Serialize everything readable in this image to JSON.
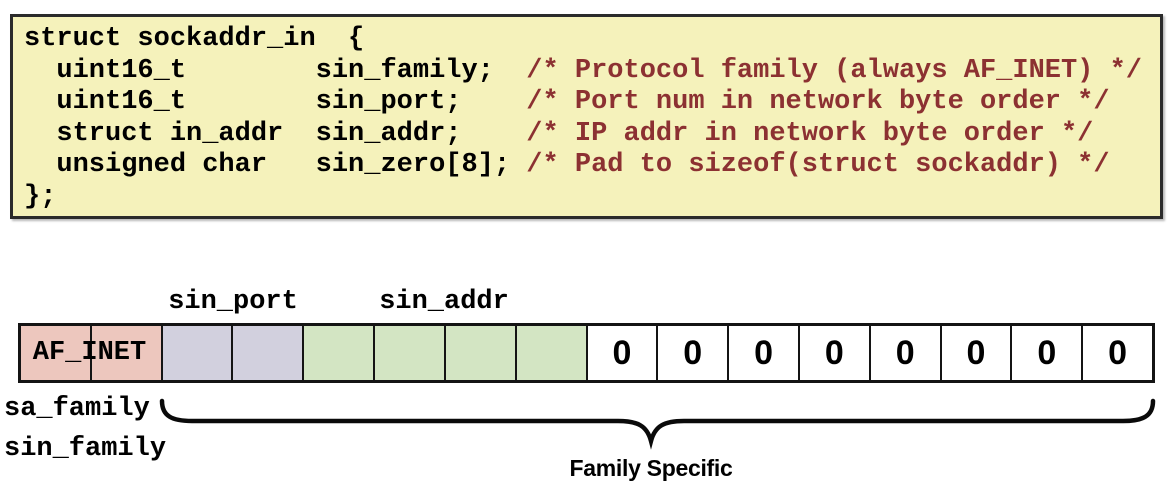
{
  "code": {
    "lines": [
      {
        "code": "struct sockaddr_in  {",
        "comment": ""
      },
      {
        "code": "  uint16_t        sin_family;  ",
        "comment": "/* Protocol family (always AF_INET) */"
      },
      {
        "code": "  uint16_t        sin_port;    ",
        "comment": "/* Port num in network byte order */"
      },
      {
        "code": "  struct in_addr  sin_addr;    ",
        "comment": "/* IP addr in network byte order */"
      },
      {
        "code": "  unsigned char   sin_zero[8]; ",
        "comment": "/* Pad to sizeof(struct sockaddr) */"
      },
      {
        "code": "};",
        "comment": ""
      }
    ]
  },
  "diagram": {
    "af_inet_label": "AF_INET",
    "sin_port_label": "sin_port",
    "sin_addr_label": "sin_addr",
    "sa_family_label": "sa_family",
    "sin_family_label": "sin_family",
    "family_specific_label": "Family Specific",
    "cells": [
      {
        "type": "family",
        "label": ""
      },
      {
        "type": "family",
        "label": ""
      },
      {
        "type": "port",
        "label": ""
      },
      {
        "type": "port",
        "label": ""
      },
      {
        "type": "addr",
        "label": ""
      },
      {
        "type": "addr",
        "label": ""
      },
      {
        "type": "addr",
        "label": ""
      },
      {
        "type": "addr",
        "label": ""
      },
      {
        "type": "zero",
        "label": "0"
      },
      {
        "type": "zero",
        "label": "0"
      },
      {
        "type": "zero",
        "label": "0"
      },
      {
        "type": "zero",
        "label": "0"
      },
      {
        "type": "zero",
        "label": "0"
      },
      {
        "type": "zero",
        "label": "0"
      },
      {
        "type": "zero",
        "label": "0"
      },
      {
        "type": "zero",
        "label": "0"
      }
    ]
  },
  "colors": {
    "code_bg": "#F5F2BB",
    "comment": "#8C3132",
    "family_cell": "#EDC7BE",
    "port_cell": "#D2D0DE",
    "addr_cell": "#D3E5C3",
    "zero_cell": "#FFFFFF"
  }
}
